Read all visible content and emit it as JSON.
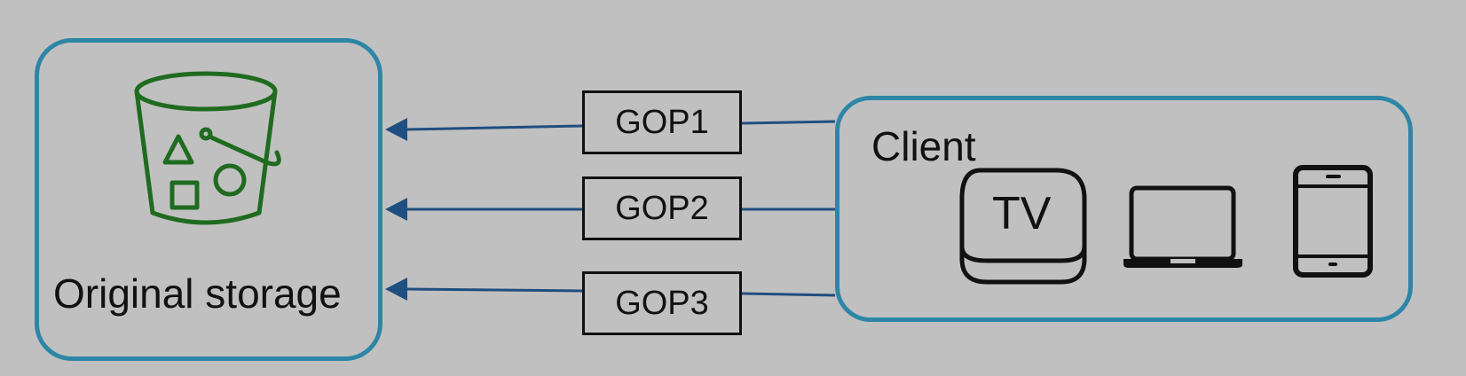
{
  "storage": {
    "label": "Original storage"
  },
  "client": {
    "label": "Client",
    "tv_label": "TV"
  },
  "gops": [
    {
      "label": "GOP1"
    },
    {
      "label": "GOP2"
    },
    {
      "label": "GOP3"
    }
  ],
  "colors": {
    "background": "#c0c0c0",
    "box_border": "#2e86a6",
    "arrow": "#1f4e80",
    "bucket": "#1f6b1f"
  },
  "icons": [
    "bucket-icon",
    "tv-icon",
    "laptop-icon",
    "tablet-icon"
  ]
}
